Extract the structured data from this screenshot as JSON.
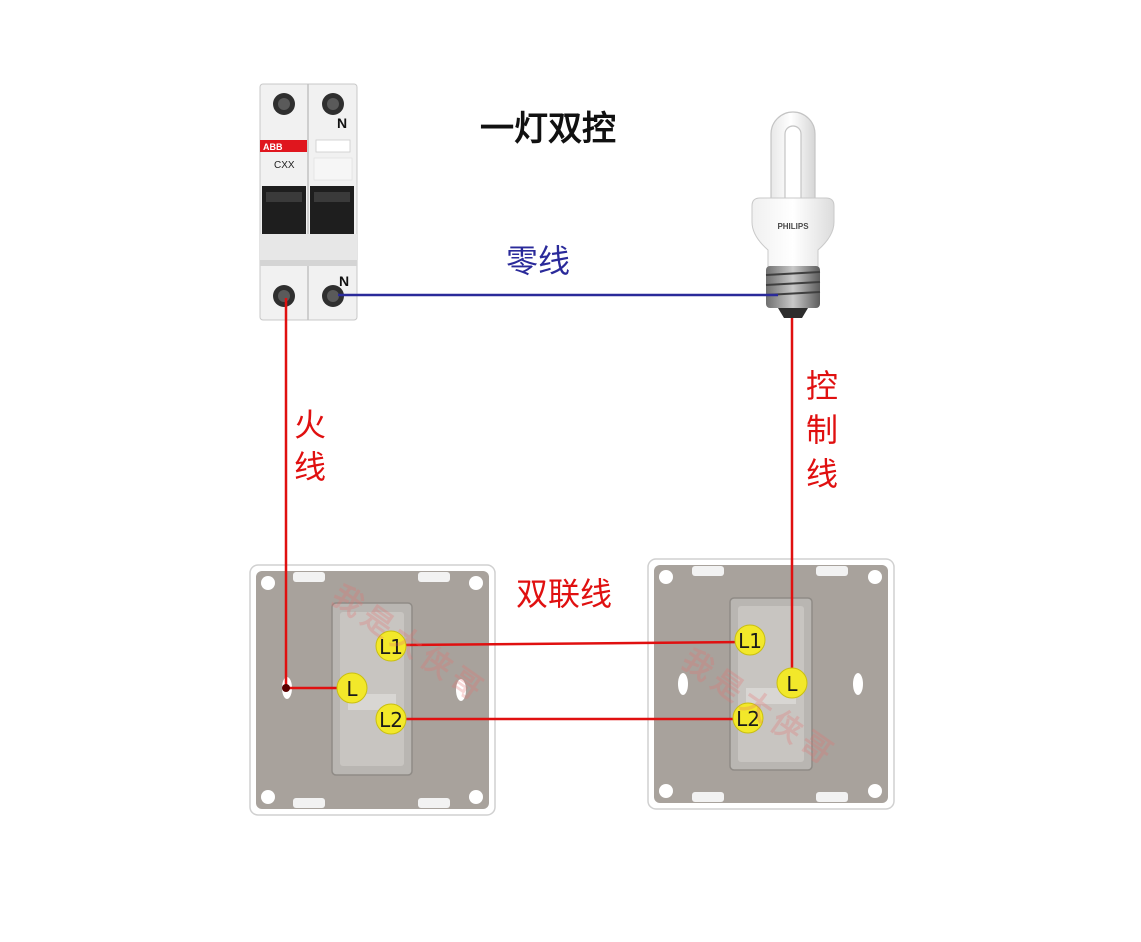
{
  "title": "一灯双控",
  "labels": {
    "neutral": "零线",
    "live": "火线",
    "control": "控制线",
    "traveler": "双联线"
  },
  "breaker": {
    "brand": "ABB",
    "model": "CXX",
    "top_n": "N",
    "bottom_n": "N"
  },
  "bulb": {
    "brand": "PHILIPS"
  },
  "switch_left": {
    "terminals": [
      "L1",
      "L",
      "L2"
    ]
  },
  "switch_right": {
    "terminals": [
      "L1",
      "L",
      "L2"
    ]
  },
  "watermark": "我是大侠哥",
  "colors": {
    "live_wire": "#e01010",
    "neutral_wire": "#2a2a9a",
    "terminal": "#f2e82a",
    "plate_gray": "#a8a29c"
  }
}
